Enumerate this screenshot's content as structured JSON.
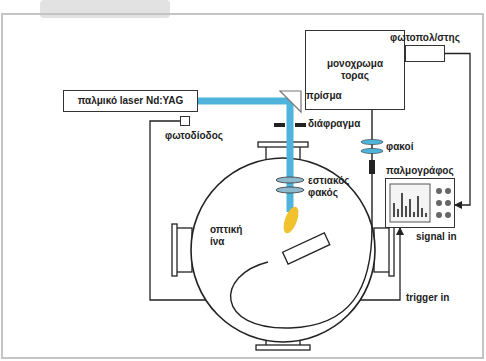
{
  "diagram": {
    "nodes": [
      {
        "text": [
          "μονοχρωμα τορας"
        ]
      },
      {
        "text": [
          "φωτοπολ/στης"
        ]
      },
      {
        "text": [
          "παλμικό laser Nd:YAG"
        ]
      },
      {
        "text": [
          "φωτοδίοδος"
        ]
      },
      {
        "text": [
          "παλμογράφος"
        ]
      }
    ],
    "edges": [
      {
        "from": 1,
        "to": 4,
        "arrow": "to",
        "label": "signal in"
      },
      {
        "from": 3,
        "to": 4,
        "arrow": "to",
        "label": "trigger in"
      }
    ],
    "labels": [
      "πρίσμα",
      "διάφραγμα",
      "εστιακός φακός",
      "φακοί",
      "οπτική ίνα"
    ]
  }
}
